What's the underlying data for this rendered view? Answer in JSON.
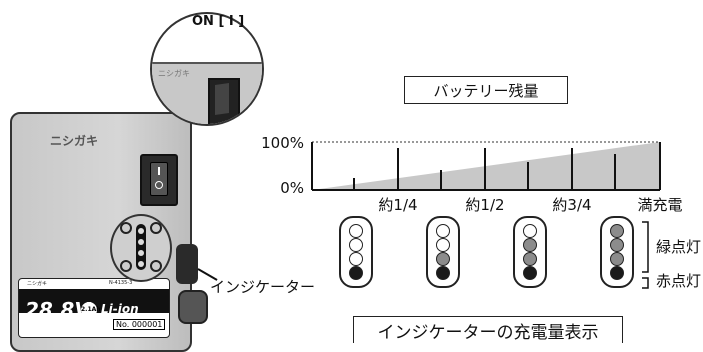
{
  "device": {
    "brand_logo": "ニシガキ",
    "zoom_logo": "ニシガキ",
    "switch_label": "ON [ I ]",
    "plate": {
      "brand": "ニシガキ",
      "model": "N-4135-3",
      "voltage": "28.8V",
      "capacity": "2.1Ah",
      "type": "Li-ion",
      "serial_prefix": "No.",
      "serial": "000001"
    },
    "indicator_label": "インジケーター"
  },
  "battery_chart": {
    "title": "バッテリー残量",
    "y_labels": [
      "100%",
      "0%"
    ],
    "x_labels": [
      "約1/4",
      "約1/2",
      "約3/4",
      "満充電"
    ]
  },
  "indicators": [
    {
      "lamps": [
        "off",
        "off",
        "off",
        "red"
      ]
    },
    {
      "lamps": [
        "off",
        "off",
        "green",
        "red"
      ]
    },
    {
      "lamps": [
        "off",
        "green",
        "green",
        "red"
      ]
    },
    {
      "lamps": [
        "green",
        "green",
        "green",
        "red"
      ]
    }
  ],
  "legend": {
    "green_label": "緑点灯",
    "red_label": "赤点灯"
  },
  "colors": {
    "lamp_off": "#ffffff",
    "lamp_green": "#8c8c8c",
    "lamp_red": "#1a1a1a",
    "chart_fill": "#c8c8c8"
  },
  "caption": "インジケーターの充電量表示"
}
